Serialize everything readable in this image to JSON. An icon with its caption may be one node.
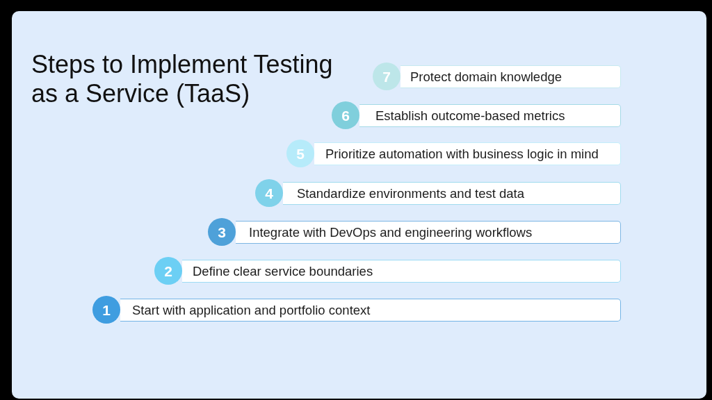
{
  "diagram": {
    "title": "Steps to Implement Testing as a Service (TaaS)",
    "nodes": [
      {
        "text": [
          "7"
        ]
      },
      {
        "text": [
          "Protect domain knowledge"
        ]
      },
      {
        "text": [
          "6"
        ]
      },
      {
        "text": [
          "Establish outcome-based metrics"
        ]
      },
      {
        "text": [
          "5"
        ]
      },
      {
        "text": [
          "Prioritize automation with business logic in mind"
        ]
      },
      {
        "text": [
          "4"
        ]
      },
      {
        "text": [
          "Standardize environments and test data"
        ]
      },
      {
        "text": [
          "3"
        ]
      },
      {
        "text": [
          "Integrate with DevOps and engineering workflows"
        ]
      },
      {
        "text": [
          "2"
        ]
      },
      {
        "text": [
          "Define clear service boundaries"
        ]
      },
      {
        "text": [
          "1"
        ]
      },
      {
        "text": [
          "Start with application and portfolio context"
        ]
      }
    ]
  }
}
